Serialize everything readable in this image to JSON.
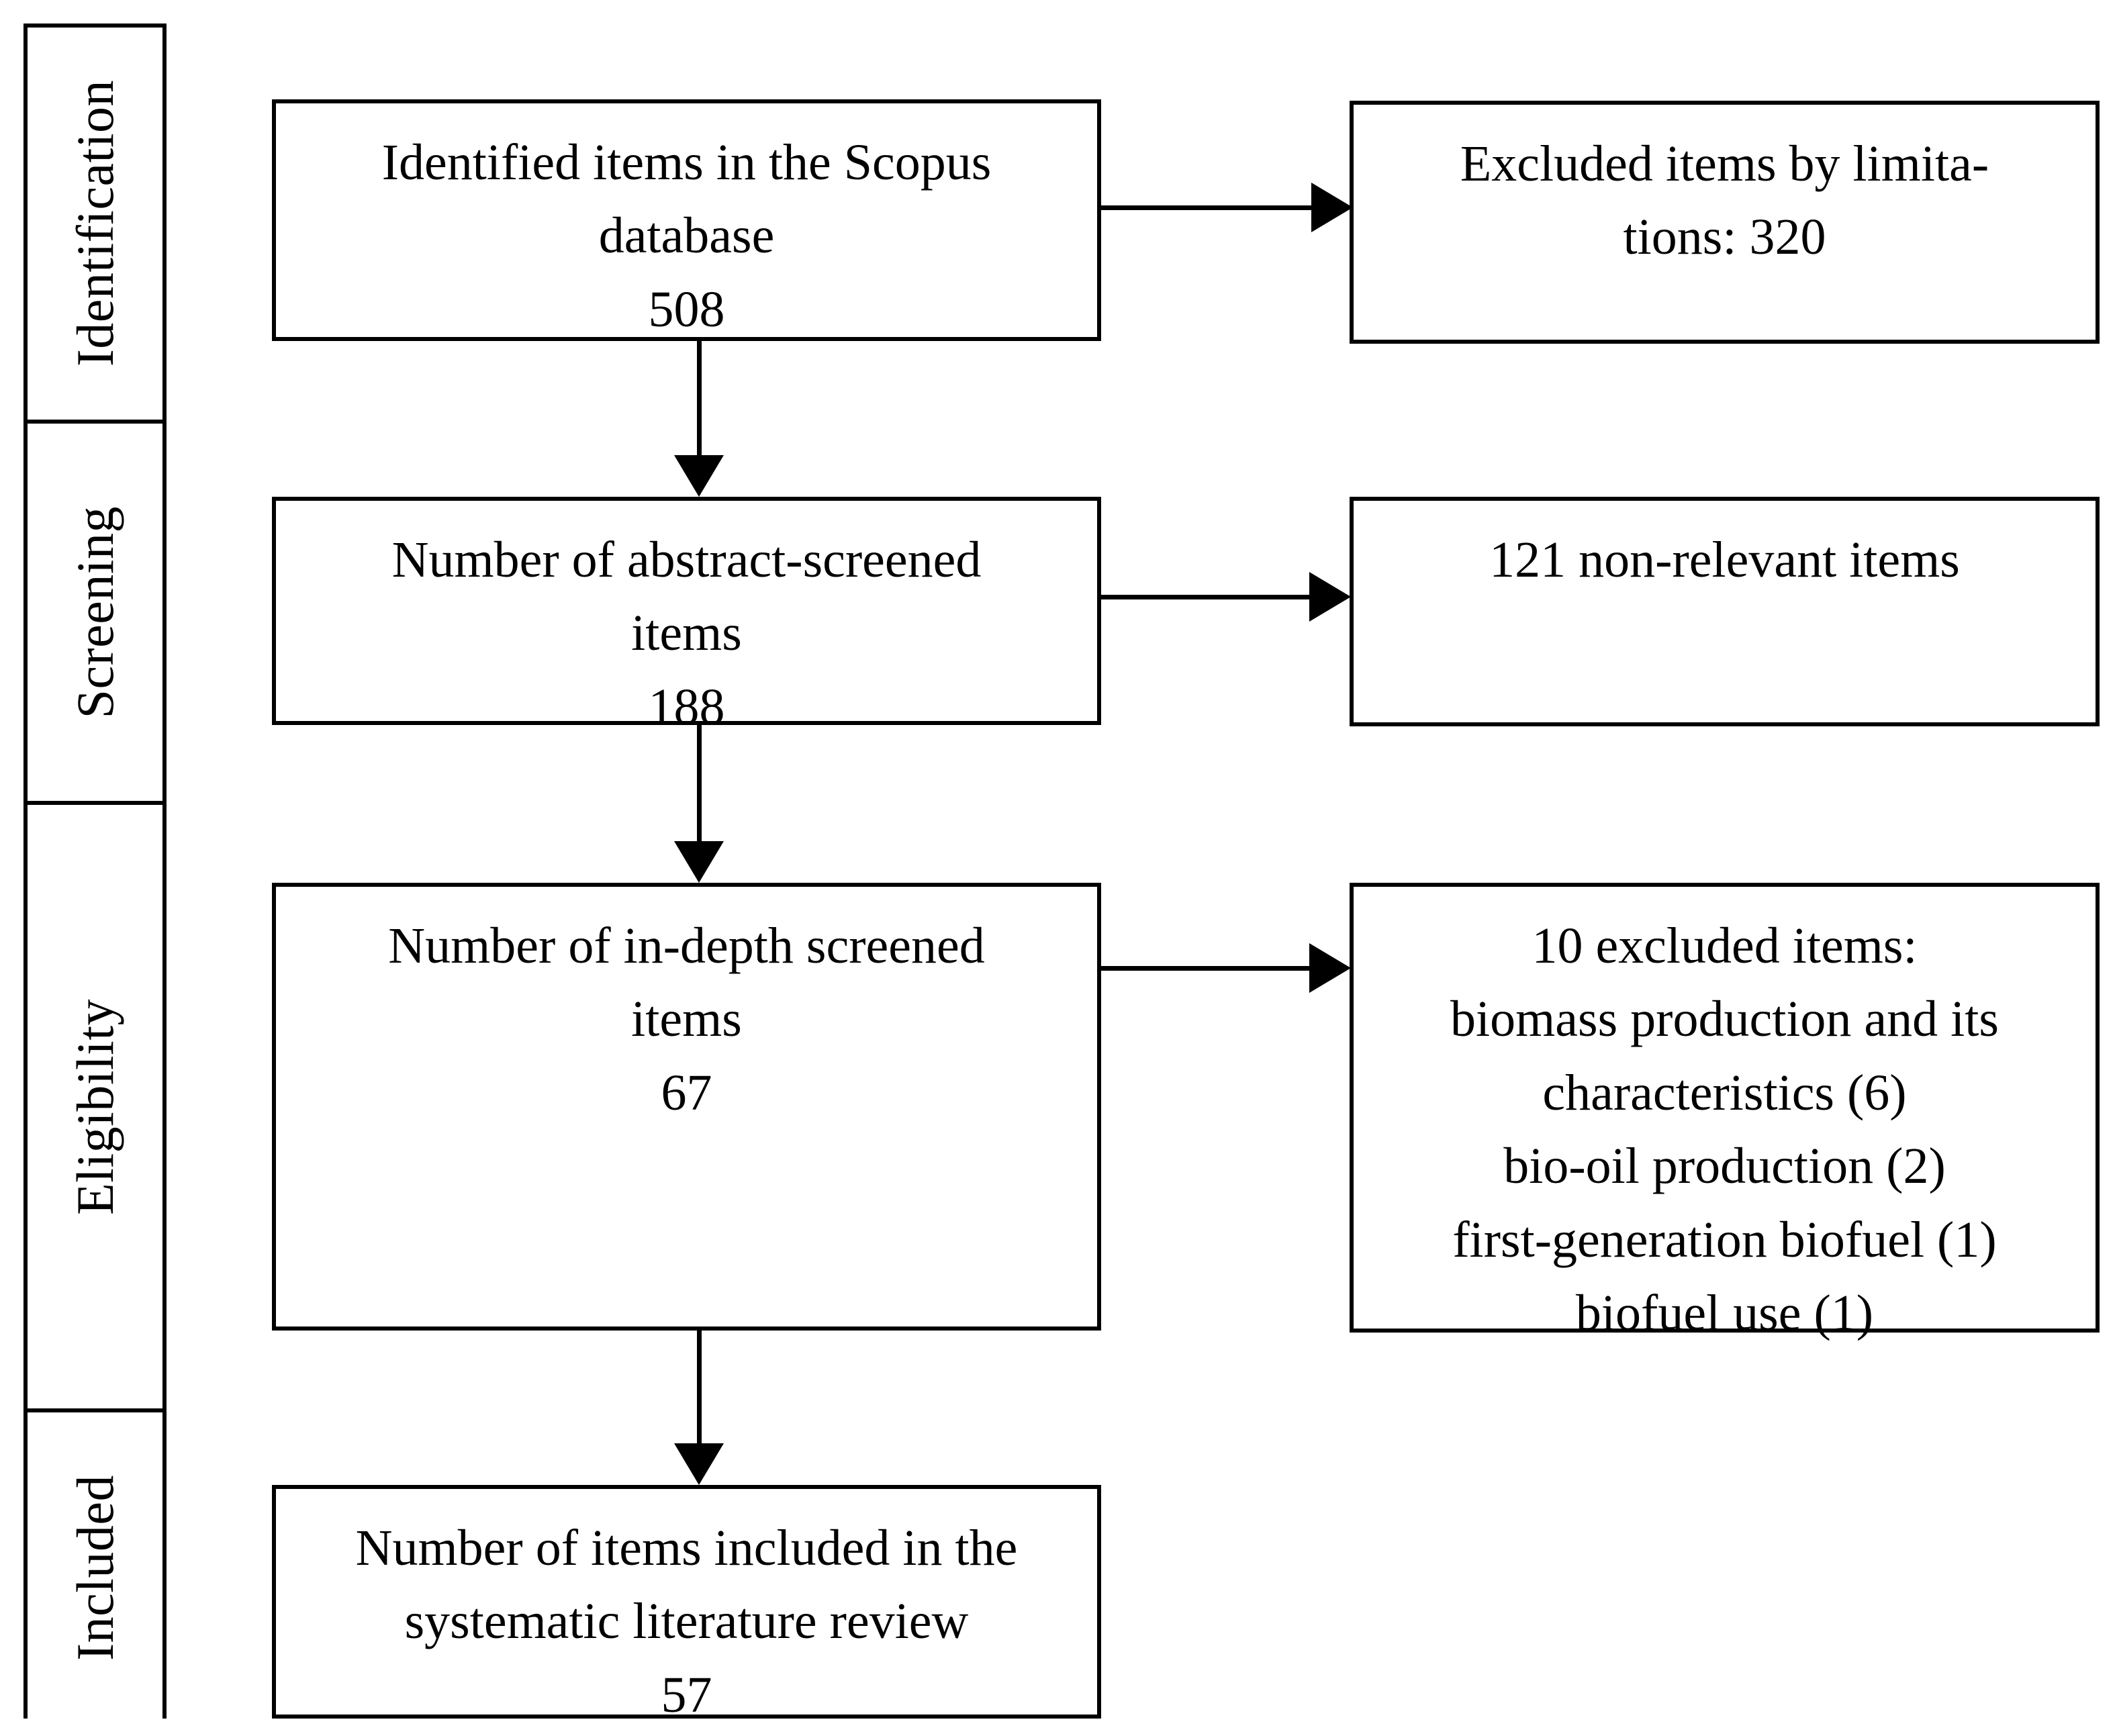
{
  "diagram": {
    "type": "prisma-flow-diagram",
    "title": "PRISMA systematic literature review flow",
    "line_color": "#000000",
    "background_color": "#ffffff"
  },
  "sidebar": {
    "stages": [
      {
        "label": "Identification"
      },
      {
        "label": "Screening"
      },
      {
        "label": "Eligibility"
      },
      {
        "label": "Included"
      }
    ]
  },
  "boxes": {
    "identified": {
      "lines": [
        "Identified items in the Scopus",
        "database",
        "508"
      ],
      "count": "508"
    },
    "excluded_limitations": {
      "lines": [
        "Excluded items by limita-",
        "tions: 320"
      ],
      "count": "320"
    },
    "abstract_screened": {
      "lines": [
        "Number of abstract-screened",
        "items",
        "188"
      ],
      "count": "188"
    },
    "non_relevant": {
      "lines": [
        "121 non-relevant items"
      ],
      "count": "121"
    },
    "in_depth_screened": {
      "lines": [
        "Number of in-depth screened",
        "items",
        "67"
      ],
      "count": "67"
    },
    "excluded_detailed": {
      "lines": [
        "10 excluded items:",
        "biomass production and its",
        "characteristics (6)",
        "bio-oil production (2)",
        "first-generation biofuel (1)",
        "biofuel use (1)"
      ],
      "count": "10"
    },
    "included_final": {
      "lines": [
        "Number of items included in the",
        "systematic literature review",
        "57"
      ],
      "count": "57"
    }
  },
  "connectors": [
    {
      "name": "identified-to-excluded-limitations",
      "direction": "right"
    },
    {
      "name": "identified-to-abstract-screened",
      "direction": "down"
    },
    {
      "name": "abstract-screened-to-non-relevant",
      "direction": "right"
    },
    {
      "name": "abstract-screened-to-in-depth",
      "direction": "down"
    },
    {
      "name": "in-depth-to-excluded-detailed",
      "direction": "right"
    },
    {
      "name": "in-depth-to-included-final",
      "direction": "down"
    }
  ]
}
